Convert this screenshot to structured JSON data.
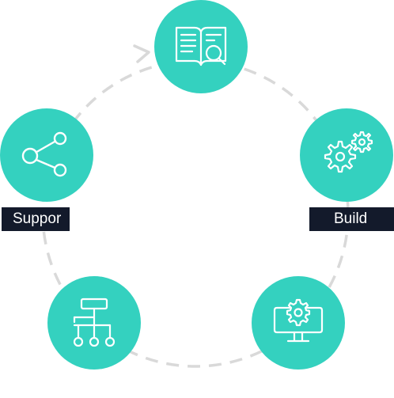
{
  "colors": {
    "node": "#34d1bf",
    "ring": "#d9d9d9",
    "label_bg": "#131a2b",
    "label_text": "#ffffff",
    "icon": "#ffffff"
  },
  "nodes": [
    {
      "id": "research",
      "icon": "book-search-icon"
    },
    {
      "id": "build",
      "icon": "gears-icon",
      "label": "Build"
    },
    {
      "id": "deploy",
      "icon": "monitor-gear-icon"
    },
    {
      "id": "structure",
      "icon": "hierarchy-icon"
    },
    {
      "id": "support",
      "icon": "share-icon",
      "label": "Suppor"
    }
  ]
}
